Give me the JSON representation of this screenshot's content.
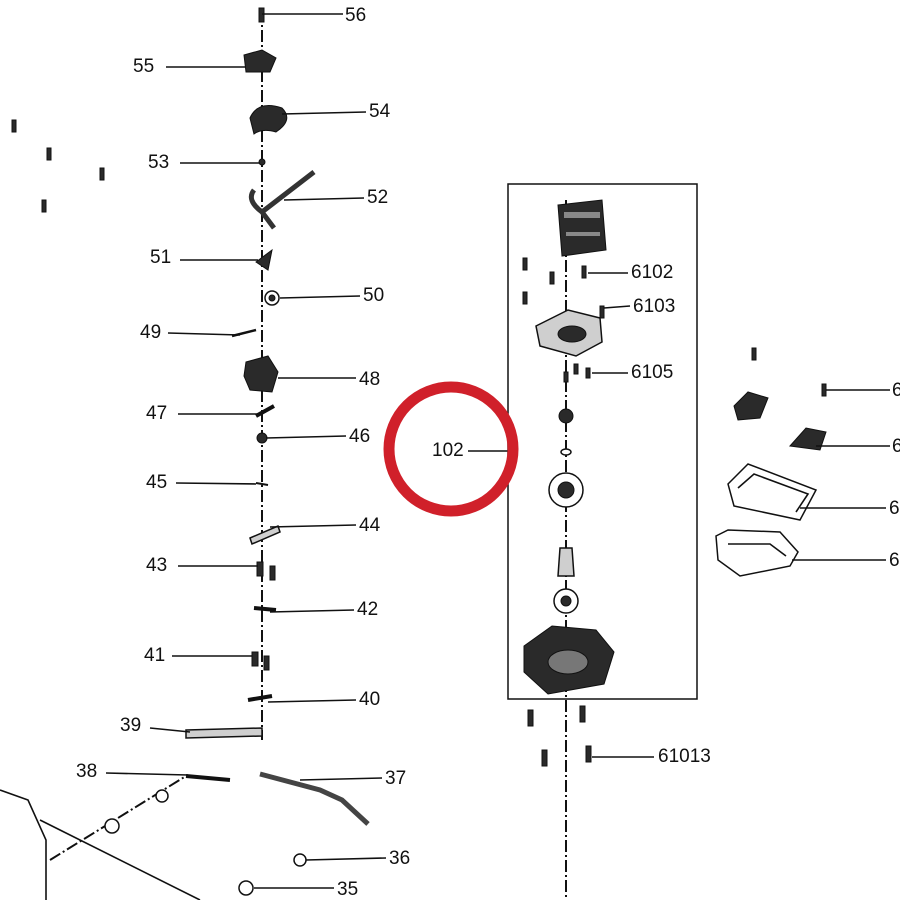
{
  "diagram": {
    "left_labels": [
      "56",
      "55",
      "54",
      "53",
      "52",
      "51",
      "50",
      "49",
      "48",
      "47",
      "46",
      "45",
      "44",
      "43",
      "42",
      "41",
      "40",
      "39",
      "38",
      "37",
      "36",
      "35"
    ],
    "box_callout": "102",
    "box_labels": [
      "6102",
      "6103",
      "6105"
    ],
    "below_label": "61013",
    "right_edge_labels": [
      "6",
      "6",
      "6",
      "6"
    ],
    "highlight_color": "#d0202a"
  }
}
